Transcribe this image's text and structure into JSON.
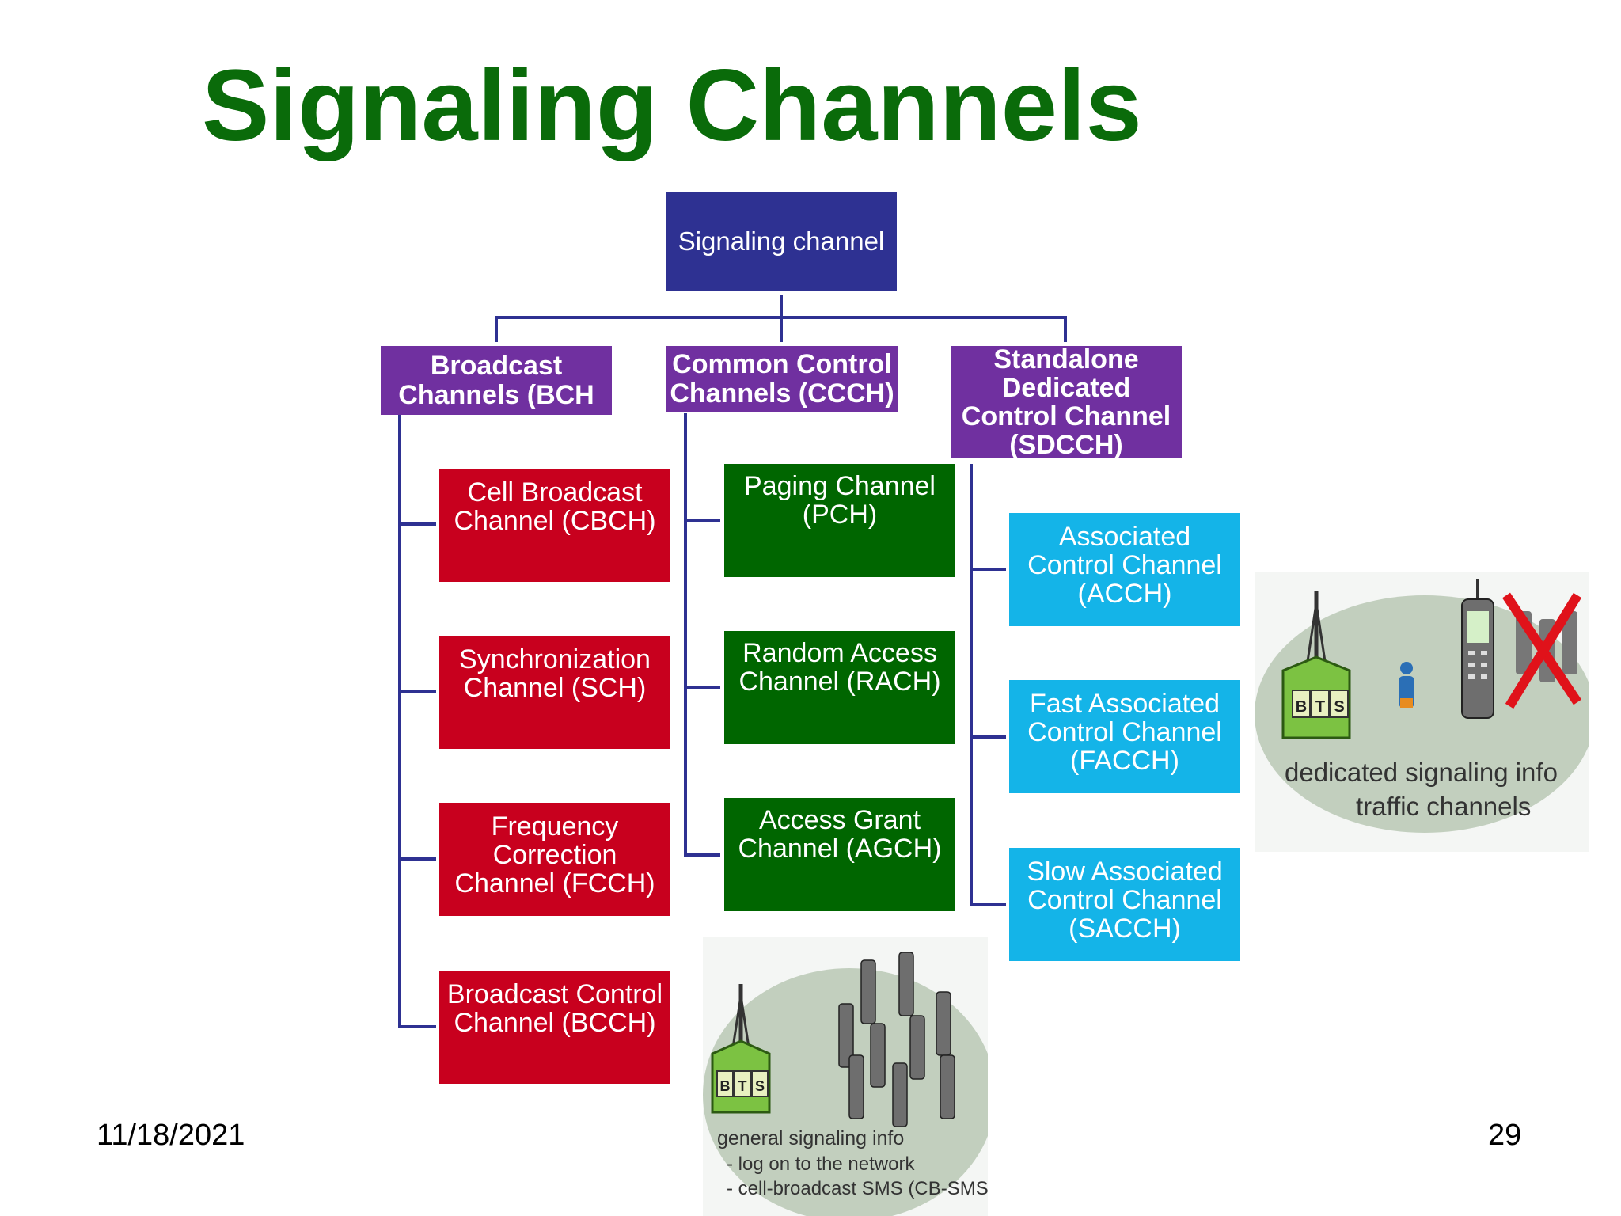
{
  "slide": {
    "title": "Signaling Channels",
    "date": "11/18/2021",
    "page_number": "29"
  },
  "tree": {
    "root": "Signaling channel",
    "categories": [
      {
        "label": "Broadcast Channels (BCH",
        "children": [
          "Cell Broadcast Channel (CBCH)",
          "Synchronization Channel (SCH)",
          "Frequency Correction Channel (FCCH)",
          "Broadcast Control Channel (BCCH)"
        ]
      },
      {
        "label": "Common Control Channels (CCCH)",
        "children": [
          "Paging Channel (PCH)",
          "Random Access Channel (RACH)",
          "Access Grant Channel (AGCH)"
        ]
      },
      {
        "label": "Standalone Dedicated Control Channel (SDCCH)",
        "children": [
          "Associated Control Channel (ACCH)",
          "Fast Associated Control Channel (FACCH)",
          "Slow Associated Control Channel (SACCH)"
        ]
      }
    ]
  },
  "illustrations": {
    "dedicated": {
      "bts_label": "BTS",
      "caption_line1": "dedicated signaling info",
      "caption_line2": "traffic channels"
    },
    "general": {
      "bts_label": "BTS",
      "caption_line1": "general signaling info",
      "caption_line2": "- log on to the network",
      "caption_line3": "- cell-broadcast SMS (CB-SMS)"
    }
  },
  "colors": {
    "title": "#0a6b0a",
    "root_box": "#2e3192",
    "category_box": "#7030a0",
    "broadcast_box": "#c8001e",
    "common_box": "#006600",
    "dedicated_box": "#14b4e8",
    "connector": "#2e3192"
  }
}
